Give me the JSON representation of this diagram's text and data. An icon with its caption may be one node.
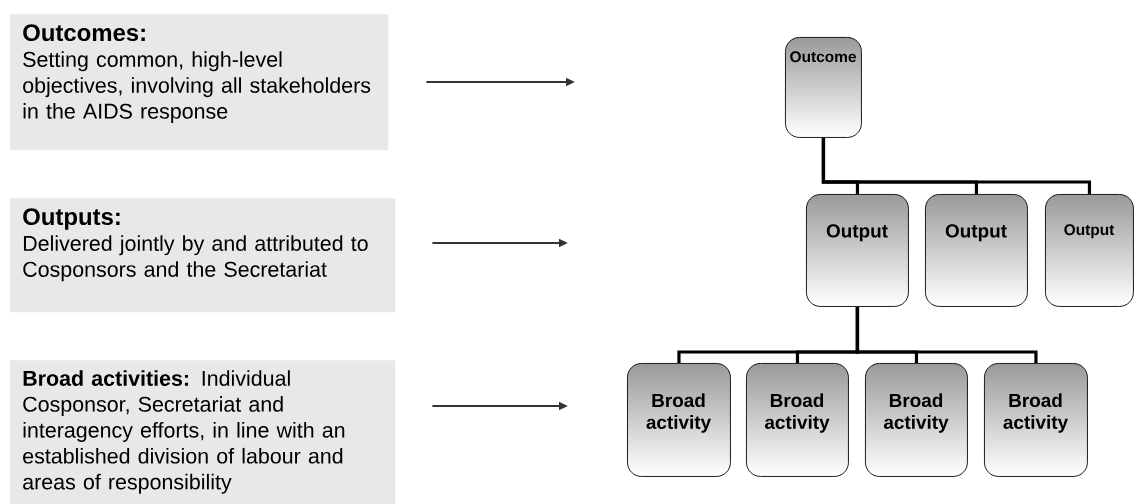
{
  "diagram": {
    "nodes": [
      {
        "text": [
          "Outcomes:",
          "Setting common, high-level objectives, involving all stakeholders in the AIDS response"
        ]
      },
      {
        "text": [
          "Outputs:",
          "Delivered jointly by and attributed to Cosponsors and the Secretariat"
        ]
      },
      {
        "text": [
          "**Broad activities:** Individual Cosponsor, Secretariat and interagency efforts, in line with an established division of labour and areas of responsibility"
        ]
      },
      {
        "text": [
          "Outcome"
        ]
      },
      {
        "text": [
          "Output"
        ]
      },
      {
        "text": [
          "Output"
        ]
      },
      {
        "text": [
          "Output"
        ]
      },
      {
        "text": [
          "Broad activity"
        ]
      },
      {
        "text": [
          "Broad activity"
        ]
      },
      {
        "text": [
          "Broad activity"
        ]
      },
      {
        "text": [
          "Broad activity"
        ]
      }
    ],
    "edges": [
      {
        "from": 0,
        "to": null,
        "arrow": "to"
      },
      {
        "from": 1,
        "to": null,
        "arrow": "to"
      },
      {
        "from": 2,
        "to": null,
        "arrow": "to"
      },
      {
        "from": 3,
        "to": 4,
        "arrow": "none"
      },
      {
        "from": 3,
        "to": 5,
        "arrow": "none"
      },
      {
        "from": 3,
        "to": 6,
        "arrow": "none"
      },
      {
        "from": 4,
        "to": 7,
        "arrow": "none"
      },
      {
        "from": 4,
        "to": 8,
        "arrow": "none"
      },
      {
        "from": 4,
        "to": 9,
        "arrow": "none"
      },
      {
        "from": 4,
        "to": 10,
        "arrow": "none"
      }
    ]
  }
}
